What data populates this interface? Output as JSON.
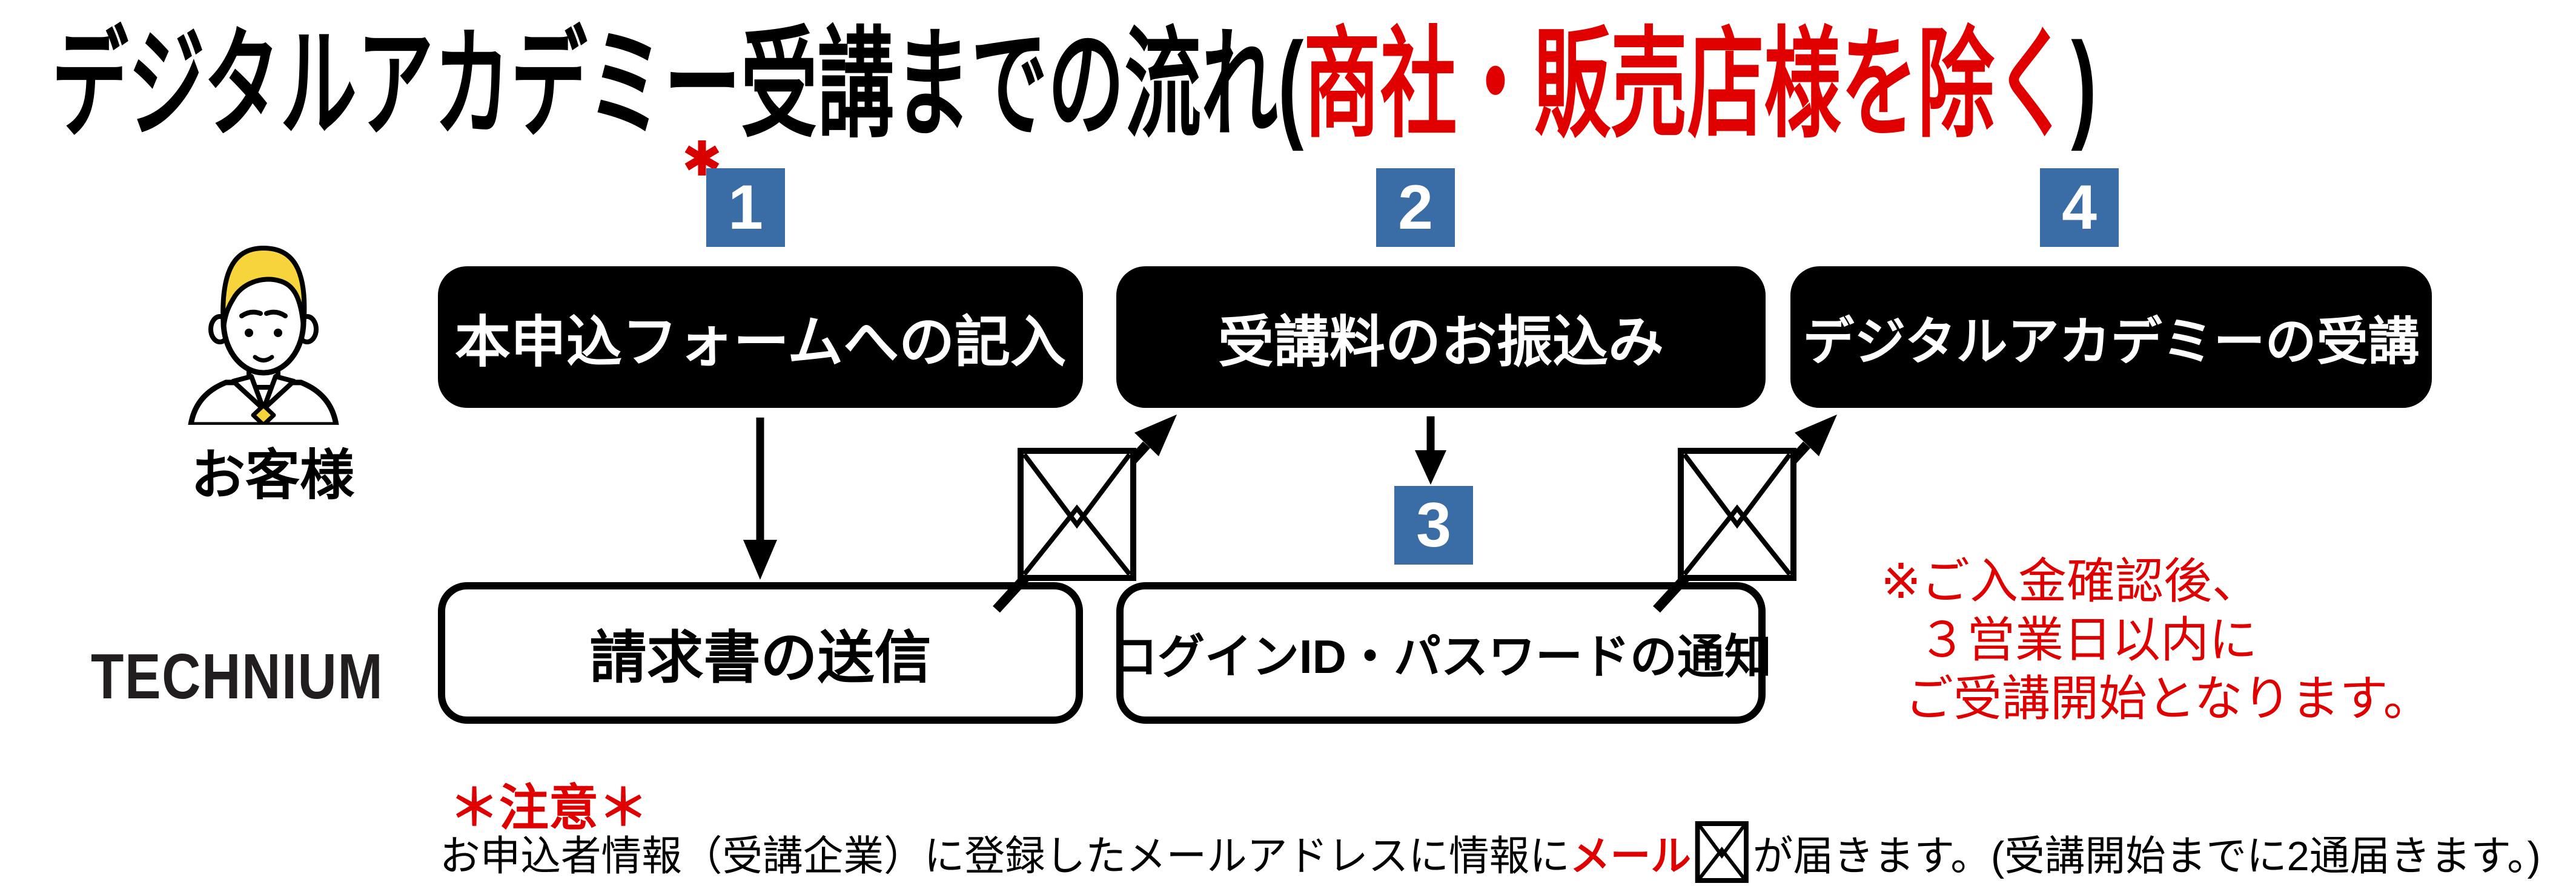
{
  "title": {
    "prefix": "デジタルアカデミー受講までの流れ(",
    "highlight": "商社・販売店様を除く",
    "suffix": ")"
  },
  "actors": {
    "customer": "お客様",
    "company": "TECHNIUM"
  },
  "flow": {
    "badges": {
      "b1": "1",
      "b2": "2",
      "b3": "3",
      "b4": "4"
    },
    "black_boxes": {
      "apply": "本申込フォームへの記入",
      "payment": "受講料のお振込み",
      "attend": "デジタルアカデミーの受講"
    },
    "white_boxes": {
      "invoice": "請求書の送信",
      "login": "ログインID・パスワードの通知"
    }
  },
  "side_note": {
    "line1": "※ご入金確認後、",
    "line2": "３営業日以内に",
    "line3": "ご受講開始となります。"
  },
  "footnote": {
    "caution": "＊注意＊",
    "pre": "お申込者情報（受講企業）に登録したメールアドレスに情報に",
    "highlight": "メール",
    "post": "が届きます。(受講開始までに2通届きます。)"
  },
  "colors": {
    "accent_blue": "#3A6CA6",
    "accent_red": "#E00000",
    "box_black": "#000000",
    "hair_yellow": "#F7D33C"
  },
  "icons": {
    "customer": "customer-icon",
    "mail": "mail-icon",
    "send": "up-right-arrow-icon",
    "down": "down-arrow-icon",
    "required": "asterisk-icon"
  }
}
